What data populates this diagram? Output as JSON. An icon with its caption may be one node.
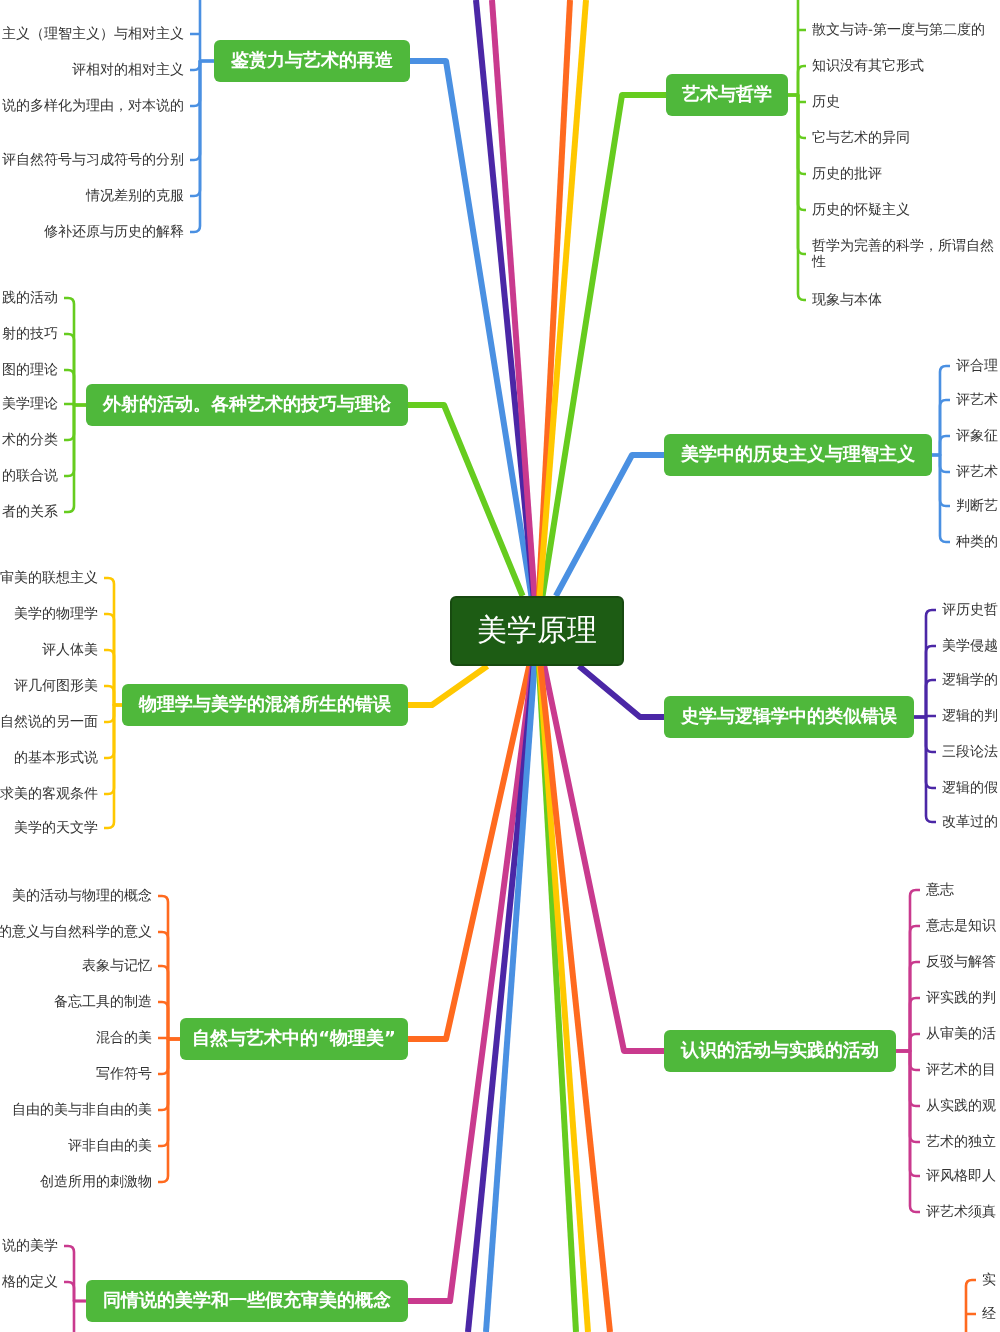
{
  "diagram": {
    "nodes": [
      {
        "text": [
          "美学原理"
        ]
      },
      {
        "text": [
          "鉴赏力与艺术的再造"
        ]
      },
      {
        "text": [
          "主义（理智主义）与相对主义"
        ]
      },
      {
        "text": [
          "评相对的相对主义"
        ]
      },
      {
        "text": [
          "说的多样化为理由，对本说的"
        ]
      },
      {
        "text": [
          "评自然符号与习成符号的分别"
        ]
      },
      {
        "text": [
          "情况差别的克服"
        ]
      },
      {
        "text": [
          "修补还原与历史的解释"
        ]
      },
      {
        "text": [
          "外射的活动。各种艺术的技巧与理论"
        ]
      },
      {
        "text": [
          "践的活动"
        ]
      },
      {
        "text": [
          "射的技巧"
        ]
      },
      {
        "text": [
          "图的理论"
        ]
      },
      {
        "text": [
          "美学理论"
        ]
      },
      {
        "text": [
          "术的分类"
        ]
      },
      {
        "text": [
          "的联合说"
        ]
      },
      {
        "text": [
          "者的关系"
        ]
      },
      {
        "text": [
          "物理学与美学的混淆所生的错误"
        ]
      },
      {
        "text": [
          "审美的联想主义"
        ]
      },
      {
        "text": [
          "美学的物理学"
        ]
      },
      {
        "text": [
          "评人体美"
        ]
      },
      {
        "text": [
          "评几何图形美"
        ]
      },
      {
        "text": [
          "自然说的另一面"
        ]
      },
      {
        "text": [
          "的基本形式说"
        ]
      },
      {
        "text": [
          "求美的客观条件"
        ]
      },
      {
        "text": [
          "美学的天文学"
        ]
      },
      {
        "text": [
          "自然与艺术中的“物理美”"
        ]
      },
      {
        "text": [
          "美的活动与物理的概念"
        ]
      },
      {
        "text": [
          "的意义与自然科学的意义"
        ]
      },
      {
        "text": [
          "表象与记忆"
        ]
      },
      {
        "text": [
          "备忘工具的制造"
        ]
      },
      {
        "text": [
          "混合的美"
        ]
      },
      {
        "text": [
          "写作符号"
        ]
      },
      {
        "text": [
          "自由的美与非自由的美"
        ]
      },
      {
        "text": [
          "评非自由的美"
        ]
      },
      {
        "text": [
          "创造所用的刺激物"
        ]
      },
      {
        "text": [
          "同情说的美学和一些假充审美的概念"
        ]
      },
      {
        "text": [
          "说的美学"
        ]
      },
      {
        "text": [
          "格的定义"
        ]
      },
      {
        "text": [
          "艺术与哲学"
        ]
      },
      {
        "text": [
          "散文与诗-第一度与第二度的"
        ]
      },
      {
        "text": [
          "知识没有其它形式"
        ]
      },
      {
        "text": [
          "历史"
        ]
      },
      {
        "text": [
          "它与艺术的异同"
        ]
      },
      {
        "text": [
          "历史的批评"
        ]
      },
      {
        "text": [
          "历史的怀疑主义"
        ]
      },
      {
        "text": [
          "哲学为完善的科学，所谓自然性"
        ]
      },
      {
        "text": [
          "现象与本体"
        ]
      },
      {
        "text": [
          "美学中的历史主义与理智主义"
        ]
      },
      {
        "text": [
          "评合理"
        ]
      },
      {
        "text": [
          "评艺术"
        ]
      },
      {
        "text": [
          "评象征"
        ]
      },
      {
        "text": [
          "评艺术"
        ]
      },
      {
        "text": [
          "判断艺"
        ]
      },
      {
        "text": [
          "种类的"
        ]
      },
      {
        "text": [
          "史学与逻辑学中的类似错误"
        ]
      },
      {
        "text": [
          "评历史哲"
        ]
      },
      {
        "text": [
          "美学侵越"
        ]
      },
      {
        "text": [
          "逻辑学的"
        ]
      },
      {
        "text": [
          "逻辑的判"
        ]
      },
      {
        "text": [
          "三段论法"
        ]
      },
      {
        "text": [
          "逻辑的假"
        ]
      },
      {
        "text": [
          "改革过的"
        ]
      },
      {
        "text": [
          "认识的活动与实践的活动"
        ]
      },
      {
        "text": [
          "意志"
        ]
      },
      {
        "text": [
          "意志是知识"
        ]
      },
      {
        "text": [
          "反驳与解答"
        ]
      },
      {
        "text": [
          "评实践的判"
        ]
      },
      {
        "text": [
          "从审美的活"
        ]
      },
      {
        "text": [
          "评艺术的目"
        ]
      },
      {
        "text": [
          "从实践的观"
        ]
      },
      {
        "text": [
          "艺术的独立"
        ]
      },
      {
        "text": [
          "评风格即人"
        ]
      },
      {
        "text": [
          "评艺术须真"
        ]
      },
      {
        "text": [
          "实"
        ]
      },
      {
        "text": [
          "经"
        ]
      }
    ],
    "edges": [
      {
        "from": 0,
        "to": 1,
        "arrow": "none",
        "style": "thick",
        "color": "#4a90e2"
      },
      {
        "from": 0,
        "to": 8,
        "arrow": "none",
        "style": "thick",
        "color": "#66cc1f"
      },
      {
        "from": 0,
        "to": 16,
        "arrow": "none",
        "style": "thick",
        "color": "#ffc800"
      },
      {
        "from": 0,
        "to": 25,
        "arrow": "none",
        "style": "thick",
        "color": "#ff6a1f"
      },
      {
        "from": 0,
        "to": 35,
        "arrow": "none",
        "style": "thick",
        "color": "#c93a8e"
      },
      {
        "from": 0,
        "to": 38,
        "arrow": "none",
        "style": "thick",
        "color": "#66cc1f"
      },
      {
        "from": 0,
        "to": 47,
        "arrow": "none",
        "style": "thick",
        "color": "#4a90e2"
      },
      {
        "from": 0,
        "to": 54,
        "arrow": "none",
        "style": "thick",
        "color": "#4b27a6"
      },
      {
        "from": 0,
        "to": 62,
        "arrow": "none",
        "style": "thick",
        "color": "#c93a8e"
      },
      {
        "from": 0,
        "to": null,
        "arrow": "none",
        "style": "thick",
        "color": "#4b27a6"
      },
      {
        "from": 0,
        "to": null,
        "arrow": "none",
        "style": "thick",
        "color": "#c93a8e"
      },
      {
        "from": 0,
        "to": null,
        "arrow": "none",
        "style": "thick",
        "color": "#ff6a1f"
      },
      {
        "from": 0,
        "to": null,
        "arrow": "none",
        "style": "thick",
        "color": "#ffc800"
      },
      {
        "from": 0,
        "to": null,
        "arrow": "none",
        "style": "thick",
        "color": "#4b27a6"
      },
      {
        "from": 0,
        "to": null,
        "arrow": "none",
        "style": "thick",
        "color": "#4a90e2"
      },
      {
        "from": 0,
        "to": null,
        "arrow": "none",
        "style": "thick",
        "color": "#66cc1f"
      },
      {
        "from": 0,
        "to": null,
        "arrow": "none",
        "style": "thick",
        "color": "#ffc800"
      },
      {
        "from": 0,
        "to": null,
        "arrow": "none",
        "style": "thick",
        "color": "#ff6a1f"
      },
      {
        "from": 1,
        "to": 2,
        "arrow": "none",
        "color": "#4a90e2"
      },
      {
        "from": 1,
        "to": 3,
        "arrow": "none",
        "color": "#4a90e2"
      },
      {
        "from": 1,
        "to": 4,
        "arrow": "none",
        "color": "#4a90e2"
      },
      {
        "from": 1,
        "to": 5,
        "arrow": "none",
        "color": "#4a90e2"
      },
      {
        "from": 1,
        "to": 6,
        "arrow": "none",
        "color": "#4a90e2"
      },
      {
        "from": 1,
        "to": 7,
        "arrow": "none",
        "color": "#4a90e2"
      },
      {
        "from": 8,
        "to": 9,
        "arrow": "none",
        "color": "#66cc1f"
      },
      {
        "from": 8,
        "to": 10,
        "arrow": "none",
        "color": "#66cc1f"
      },
      {
        "from": 8,
        "to": 11,
        "arrow": "none",
        "color": "#66cc1f"
      },
      {
        "from": 8,
        "to": 12,
        "arrow": "none",
        "color": "#66cc1f"
      },
      {
        "from": 8,
        "to": 13,
        "arrow": "none",
        "color": "#66cc1f"
      },
      {
        "from": 8,
        "to": 14,
        "arrow": "none",
        "color": "#66cc1f"
      },
      {
        "from": 8,
        "to": 15,
        "arrow": "none",
        "color": "#66cc1f"
      },
      {
        "from": 16,
        "to": 17,
        "arrow": "none",
        "color": "#ffc800"
      },
      {
        "from": 16,
        "to": 18,
        "arrow": "none",
        "color": "#ffc800"
      },
      {
        "from": 16,
        "to": 19,
        "arrow": "none",
        "color": "#ffc800"
      },
      {
        "from": 16,
        "to": 20,
        "arrow": "none",
        "color": "#ffc800"
      },
      {
        "from": 16,
        "to": 21,
        "arrow": "none",
        "color": "#ffc800"
      },
      {
        "from": 16,
        "to": 22,
        "arrow": "none",
        "color": "#ffc800"
      },
      {
        "from": 16,
        "to": 23,
        "arrow": "none",
        "color": "#ffc800"
      },
      {
        "from": 16,
        "to": 24,
        "arrow": "none",
        "color": "#ffc800"
      },
      {
        "from": 25,
        "to": 26,
        "arrow": "none",
        "color": "#ff6a1f"
      },
      {
        "from": 25,
        "to": 27,
        "arrow": "none",
        "color": "#ff6a1f"
      },
      {
        "from": 25,
        "to": 28,
        "arrow": "none",
        "color": "#ff6a1f"
      },
      {
        "from": 25,
        "to": 29,
        "arrow": "none",
        "color": "#ff6a1f"
      },
      {
        "from": 25,
        "to": 30,
        "arrow": "none",
        "color": "#ff6a1f"
      },
      {
        "from": 25,
        "to": 31,
        "arrow": "none",
        "color": "#ff6a1f"
      },
      {
        "from": 25,
        "to": 32,
        "arrow": "none",
        "color": "#ff6a1f"
      },
      {
        "from": 25,
        "to": 33,
        "arrow": "none",
        "color": "#ff6a1f"
      },
      {
        "from": 25,
        "to": 34,
        "arrow": "none",
        "color": "#ff6a1f"
      },
      {
        "from": 35,
        "to": 36,
        "arrow": "none",
        "color": "#c93a8e"
      },
      {
        "from": 35,
        "to": 37,
        "arrow": "none",
        "color": "#c93a8e"
      },
      {
        "from": 35,
        "to": null,
        "arrow": "none",
        "color": "#c93a8e"
      },
      {
        "from": 38,
        "to": 39,
        "arrow": "none",
        "color": "#66cc1f"
      },
      {
        "from": 38,
        "to": 40,
        "arrow": "none",
        "color": "#66cc1f"
      },
      {
        "from": 38,
        "to": 41,
        "arrow": "none",
        "color": "#66cc1f"
      },
      {
        "from": 38,
        "to": 42,
        "arrow": "none",
        "color": "#66cc1f"
      },
      {
        "from": 38,
        "to": 43,
        "arrow": "none",
        "color": "#66cc1f"
      },
      {
        "from": 38,
        "to": 44,
        "arrow": "none",
        "color": "#66cc1f"
      },
      {
        "from": 38,
        "to": 45,
        "arrow": "none",
        "color": "#66cc1f"
      },
      {
        "from": 38,
        "to": 46,
        "arrow": "none",
        "color": "#66cc1f"
      },
      {
        "from": 47,
        "to": 48,
        "arrow": "none",
        "color": "#4a90e2"
      },
      {
        "from": 47,
        "to": 49,
        "arrow": "none",
        "color": "#4a90e2"
      },
      {
        "from": 47,
        "to": 50,
        "arrow": "none",
        "color": "#4a90e2"
      },
      {
        "from": 47,
        "to": 51,
        "arrow": "none",
        "color": "#4a90e2"
      },
      {
        "from": 47,
        "to": 52,
        "arrow": "none",
        "color": "#4a90e2"
      },
      {
        "from": 47,
        "to": 53,
        "arrow": "none",
        "color": "#4a90e2"
      },
      {
        "from": 54,
        "to": 55,
        "arrow": "none",
        "color": "#4b27a6"
      },
      {
        "from": 54,
        "to": 56,
        "arrow": "none",
        "color": "#4b27a6"
      },
      {
        "from": 54,
        "to": 57,
        "arrow": "none",
        "color": "#4b27a6"
      },
      {
        "from": 54,
        "to": 58,
        "arrow": "none",
        "color": "#4b27a6"
      },
      {
        "from": 54,
        "to": 59,
        "arrow": "none",
        "color": "#4b27a6"
      },
      {
        "from": 54,
        "to": 60,
        "arrow": "none",
        "color": "#4b27a6"
      },
      {
        "from": 54,
        "to": 61,
        "arrow": "none",
        "color": "#4b27a6"
      },
      {
        "from": 62,
        "to": 63,
        "arrow": "none",
        "color": "#c93a8e"
      },
      {
        "from": 62,
        "to": 64,
        "arrow": "none",
        "color": "#c93a8e"
      },
      {
        "from": 62,
        "to": 65,
        "arrow": "none",
        "color": "#c93a8e"
      },
      {
        "from": 62,
        "to": 66,
        "arrow": "none",
        "color": "#c93a8e"
      },
      {
        "from": 62,
        "to": 67,
        "arrow": "none",
        "color": "#c93a8e"
      },
      {
        "from": 62,
        "to": 68,
        "arrow": "none",
        "color": "#c93a8e"
      },
      {
        "from": 62,
        "to": 69,
        "arrow": "none",
        "color": "#c93a8e"
      },
      {
        "from": 62,
        "to": 70,
        "arrow": "none",
        "color": "#c93a8e"
      },
      {
        "from": 62,
        "to": 71,
        "arrow": "none",
        "color": "#c93a8e"
      },
      {
        "from": 62,
        "to": 72,
        "arrow": "none",
        "color": "#c93a8e"
      },
      {
        "from": 73,
        "to": 74,
        "arrow": "none",
        "color": "#ff6a1f"
      }
    ]
  }
}
